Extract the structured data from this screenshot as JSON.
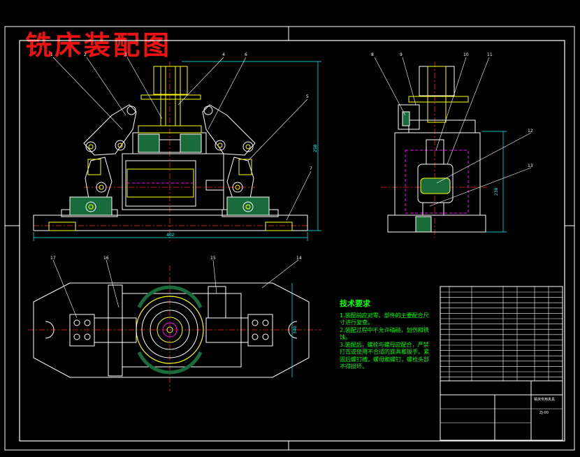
{
  "title": "铣床装配图",
  "balloons": [
    "1",
    "2",
    "3",
    "4",
    "5",
    "6",
    "7",
    "8",
    "9",
    "10",
    "11",
    "12",
    "13",
    "14",
    "15",
    "16",
    "17"
  ],
  "dimensions": {
    "width": "402",
    "height_front": "258",
    "height_side": "238",
    "width_top": "340"
  },
  "tech_requirements": {
    "heading": "技术要求",
    "items": [
      "1.装配前应对零、部件的主要配合尺寸进行复查。",
      "2.装配过程中不允许磕碰，划伤和锈蚀。",
      "3.装配后，螺栓与螺母应配合，严禁打击或使用不合适的旋具和扳手。紧固后螺钉槽，螺母和螺钉，螺栓头部不得损坏。"
    ]
  },
  "title_block": {
    "drawing_title": "铣床专用夹具",
    "drawing_no": "ZJ-00"
  },
  "colors": {
    "background": "#000000",
    "outline": "#ffffff",
    "title": "#ee1111",
    "annotation": "#00ff00",
    "centerline": "#ff2222",
    "hidden": "#ff00ff",
    "accent": "#ffff00",
    "dimension": "#00ffff"
  }
}
